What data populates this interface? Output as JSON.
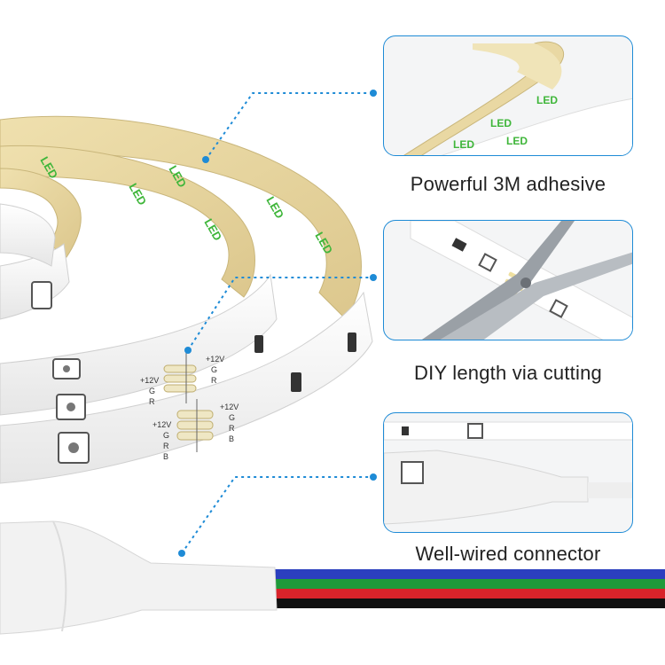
{
  "features": [
    {
      "caption": "Powerful 3M adhesive"
    },
    {
      "caption": "DIY length via cutting"
    },
    {
      "caption": "Well-wired connector"
    }
  ],
  "strip": {
    "adhesive_print": "LED",
    "pad_labels": [
      "+12V",
      "G",
      "R",
      "B"
    ]
  },
  "colors": {
    "accent": "#1e8bd6",
    "adhesive": "#e9d8a3",
    "led_text": "#3fb63a",
    "strip": "#f7f7f7",
    "wire_blue": "#2b3fbf",
    "wire_green": "#1f9a3a",
    "wire_red": "#d8232a",
    "wire_black": "#111111"
  }
}
